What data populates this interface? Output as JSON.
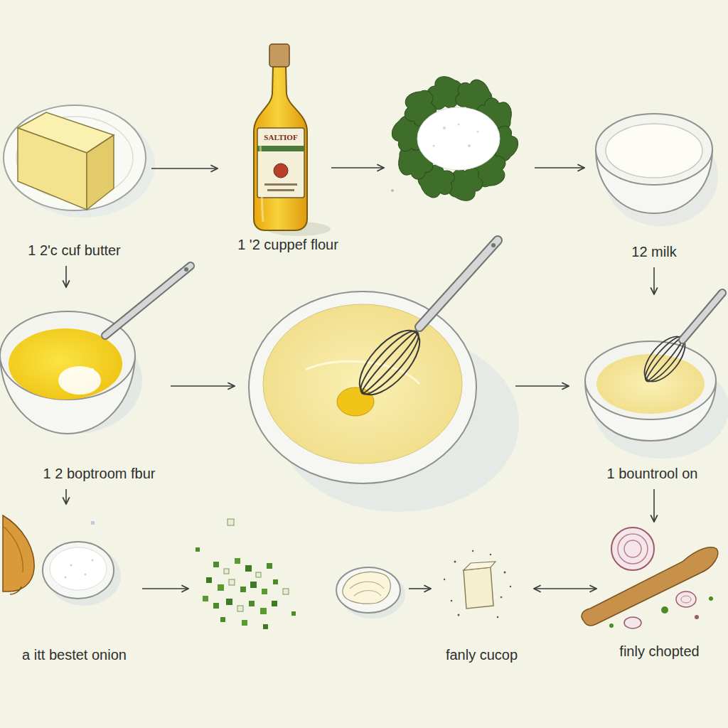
{
  "diagram": {
    "nodes": [
      {
        "text": [
          "1 2'c cuf butter"
        ]
      },
      {
        "text": [
          "1 '2 cuppef flour"
        ]
      },
      {
        "text": [
          "12 milk"
        ]
      },
      {
        "text": [
          "1 2 boptroom fbur"
        ]
      },
      {
        "text": [
          "1 bountrool on"
        ]
      },
      {
        "text": [
          "a itt bestet onion"
        ]
      },
      {
        "text": [
          "fanly cucop"
        ]
      },
      {
        "text": [
          "finly chopted"
        ]
      }
    ],
    "edges": [
      {
        "from": 0,
        "to": 1,
        "arrow": "to"
      },
      {
        "from": 0,
        "to": 3,
        "arrow": "to"
      },
      {
        "from": 2,
        "to": 4,
        "arrow": "to"
      },
      {
        "from": 3,
        "to": 5,
        "arrow": "to"
      },
      {
        "from": 4,
        "to": 7,
        "arrow": "to"
      },
      {
        "from": 6,
        "to": 7,
        "arrow": "both"
      }
    ],
    "labels": [
      "SALTIOF"
    ]
  }
}
